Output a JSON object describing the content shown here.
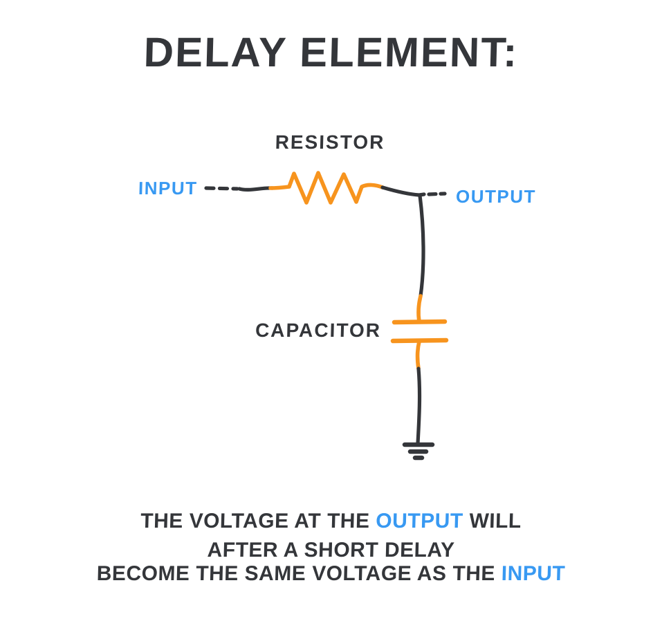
{
  "title": "DELAY ELEMENT:",
  "colors": {
    "ink": "#34363a",
    "blue": "#3899f2",
    "orange": "#f7941e",
    "background": "#ffffff"
  },
  "circuit": {
    "resistor_label": "RESISTOR",
    "capacitor_label": "CAPACITOR",
    "input_label": "INPUT",
    "output_label": "OUTPUT"
  },
  "caption": {
    "line1_pre": "THE VOLTAGE AT THE ",
    "line1_highlight": "OUTPUT",
    "line1_post": " WILL",
    "line2": "AFTER A SHORT DELAY",
    "line3_pre": "BECOME THE SAME VOLTAGE AS THE ",
    "line3_highlight": "INPUT"
  }
}
